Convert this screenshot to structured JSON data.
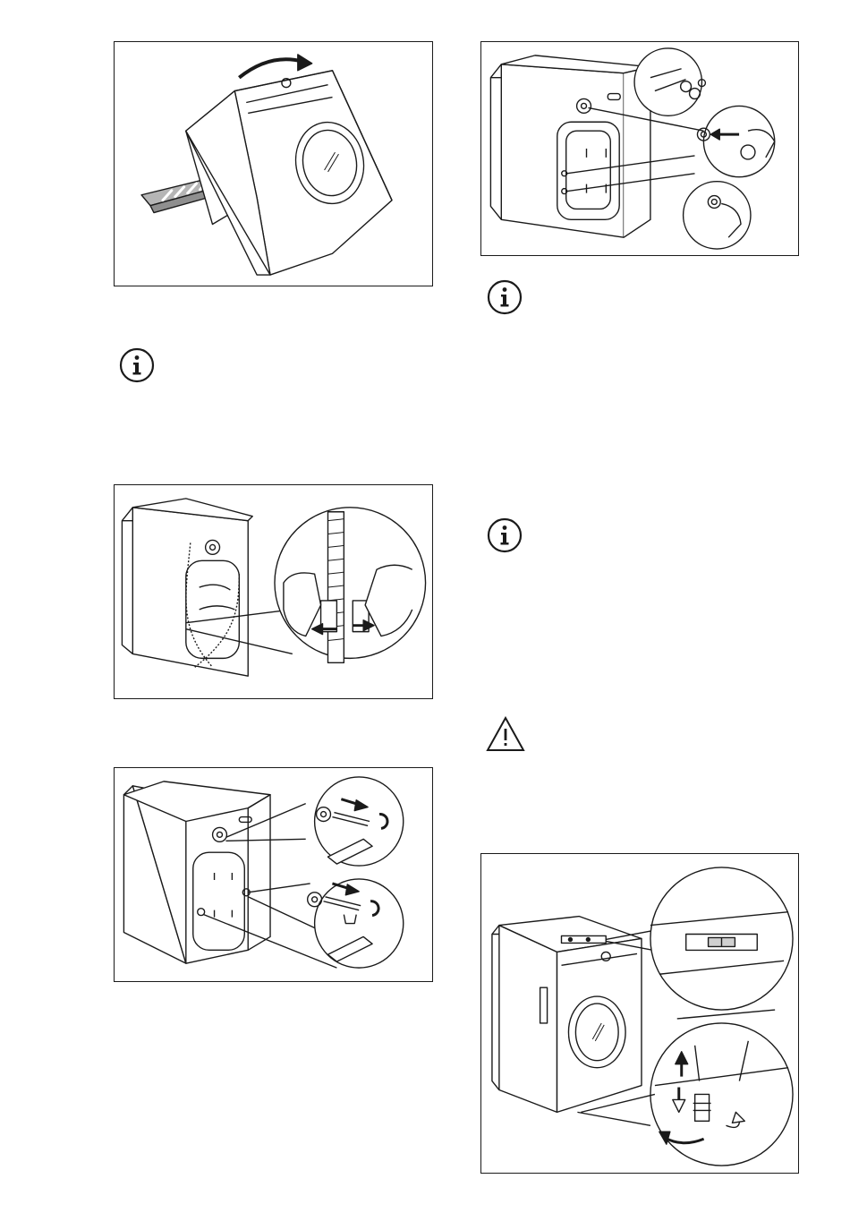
{
  "figures": [
    {
      "id": "remove-transit-pallet",
      "icon": "tilted-machine-with-pallet"
    },
    {
      "id": "remove-rear-bolts",
      "icon": "rear-panel-bolt-removal"
    },
    {
      "id": "release-hose-clips",
      "icon": "hose-clip-release"
    },
    {
      "id": "remove-spacers-wrench",
      "icon": "wrench-spacer-removal"
    },
    {
      "id": "adjust-feet-level",
      "icon": "spirit-level-adjust-feet"
    }
  ],
  "notices": [
    {
      "id": "info-1",
      "icon": "information-icon"
    },
    {
      "id": "info-2",
      "icon": "information-icon"
    },
    {
      "id": "info-3",
      "icon": "information-icon"
    },
    {
      "id": "warning-1",
      "icon": "warning-triangle-icon"
    }
  ],
  "colors": {
    "line": "#1a1a1a",
    "fill": "#ffffff",
    "shade": "#bdbdbd"
  }
}
